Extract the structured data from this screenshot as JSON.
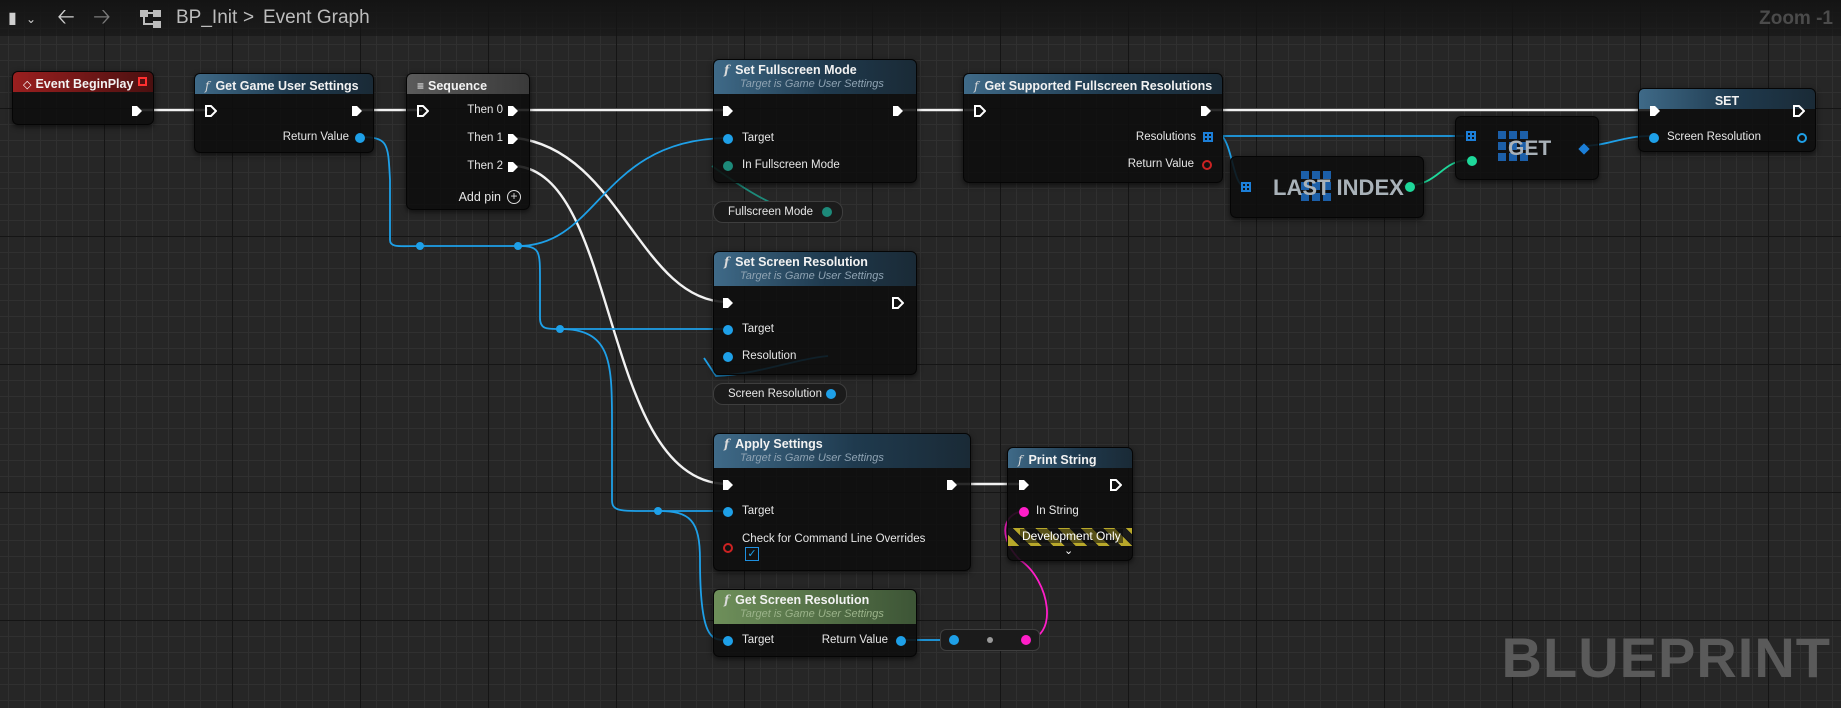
{
  "breadcrumb": {
    "asset": "BP_Init",
    "separator": ">",
    "graph": "Event Graph"
  },
  "zoom": "Zoom -1",
  "watermark": "BLUEPRINT",
  "toolbar": {
    "icons": [
      "bookmark-icon",
      "chevron-down-icon",
      "back-arrow-icon",
      "forward-arrow-icon",
      "graph-tree-icon"
    ]
  },
  "colors": {
    "exec": "#ffffff",
    "object": "#1ea0e8",
    "enum": "#1d8a7a",
    "string": "#ff1ec8",
    "bool": "#cc2222",
    "struct_array": "#1c5fa8"
  },
  "nodes": {
    "event_begin_play": {
      "title": "Event BeginPlay"
    },
    "get_game_user_settings": {
      "title": "Get Game User Settings",
      "return_value": "Return Value"
    },
    "sequence": {
      "title": "Sequence",
      "then0": "Then 0",
      "then1": "Then 1",
      "then2": "Then 2",
      "add_pin": "Add pin"
    },
    "set_fullscreen_mode": {
      "title": "Set Fullscreen Mode",
      "subtitle": "Target is Game User Settings",
      "target": "Target",
      "in_fullscreen_mode": "In Fullscreen Mode"
    },
    "fullscreen_mode_var": {
      "label": "Fullscreen Mode"
    },
    "get_supported_resolutions": {
      "title": "Get Supported Fullscreen Resolutions",
      "resolutions": "Resolutions",
      "return_value": "Return Value"
    },
    "last_index": {
      "label": "LAST INDEX"
    },
    "get_node": {
      "label": "GET"
    },
    "set_node": {
      "title": "SET",
      "screen_resolution": "Screen Resolution"
    },
    "set_screen_resolution": {
      "title": "Set Screen Resolution",
      "subtitle": "Target is Game User Settings",
      "target": "Target",
      "resolution": "Resolution"
    },
    "screen_resolution_var": {
      "label": "Screen Resolution"
    },
    "apply_settings": {
      "title": "Apply Settings",
      "subtitle": "Target is Game User Settings",
      "target": "Target",
      "check_overrides": "Check for Command Line Overrides",
      "check_value": "✓"
    },
    "print_string": {
      "title": "Print String",
      "in_string": "In String",
      "dev_only": "Development Only"
    },
    "get_screen_resolution": {
      "title": "Get Screen Resolution",
      "subtitle": "Target is Game User Settings",
      "target": "Target",
      "return_value": "Return Value"
    }
  }
}
